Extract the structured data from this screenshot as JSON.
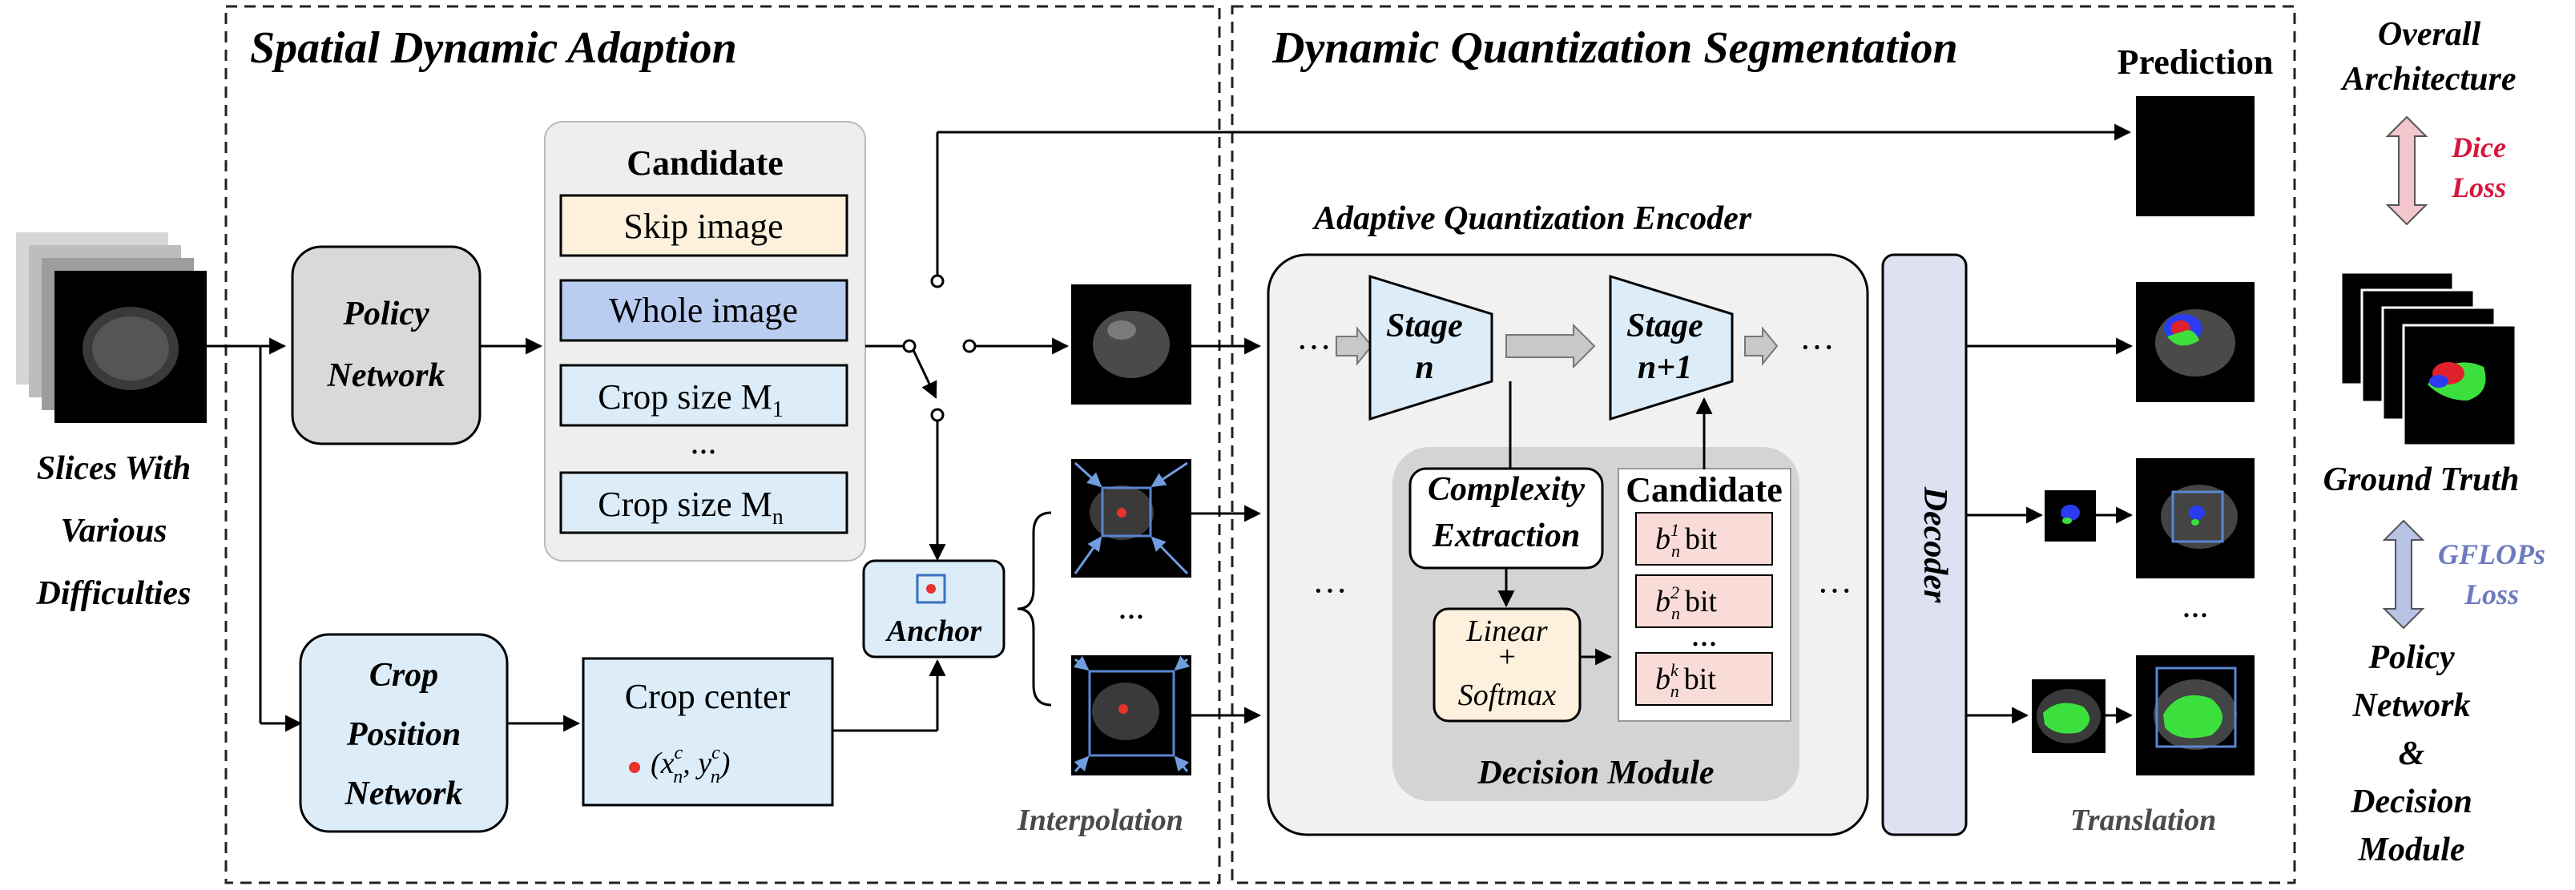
{
  "sections": {
    "left_title": "Spatial Dynamic Adaption",
    "right_title": "Dynamic Quantization Segmentation",
    "encoder_title": "Adaptive Quantization Encoder",
    "decision_module_label": "Decision Module"
  },
  "input": {
    "label_lines": [
      "Slices With",
      "Various",
      "Difficulties"
    ]
  },
  "policy_network": {
    "lines": [
      "Policy",
      "Network"
    ]
  },
  "crop_position_network": {
    "lines": [
      "Crop",
      "Position",
      "Network"
    ]
  },
  "candidate_panel": {
    "title": "Candidate",
    "items": [
      "Skip image",
      "Whole image",
      "Crop size M",
      "...",
      "Crop size M"
    ],
    "subscripts": [
      "1",
      "n"
    ],
    "colors": {
      "skip": "#fdf0dc",
      "whole": "#b9cdf0",
      "crop": "#dcecf8",
      "panel": "#eeeeee"
    }
  },
  "crop_center": {
    "title": "Crop center",
    "formula": "(x",
    "formula_parts": [
      "(x",
      "c",
      "n",
      ", y",
      "c",
      "n",
      ")"
    ]
  },
  "anchor": {
    "label": "Anchor"
  },
  "interpolation": {
    "label": "Interpolation",
    "ellipsis": "..."
  },
  "encoder": {
    "stage_n": [
      "Stage",
      "n"
    ],
    "stage_n1": [
      "Stage",
      "n+1"
    ],
    "ellipses": [
      "···",
      "···",
      "···",
      "···"
    ],
    "complexity": [
      "Complexity",
      "Extraction"
    ],
    "linear": [
      "Linear",
      "+",
      "Softmax"
    ],
    "candidate_title": "Candidate",
    "bits": [
      "b",
      "bit"
    ],
    "bit_superscripts": [
      "1",
      "2",
      "k"
    ],
    "bit_subscript": "n",
    "bits_ellipsis": "..."
  },
  "decoder": {
    "label": "Decoder"
  },
  "outputs": {
    "prediction": "Prediction",
    "translation": "Translation",
    "ellipsis": "..."
  },
  "legend": {
    "overall": [
      "Overall",
      "Architecture"
    ],
    "dice_loss": [
      "Dice",
      "Loss"
    ],
    "ground_truth": "Ground Truth",
    "gflops_loss": [
      "GFLOPs",
      "Loss"
    ],
    "policy_decision": [
      "Policy",
      "Network",
      "&",
      "Decision",
      "Module"
    ],
    "colors": {
      "dice_arrow": "#f2c6cc",
      "gflops_arrow": "#b8c3e6",
      "dice_text": "#d6163c",
      "gflops_text": "#6d7bbf"
    }
  }
}
